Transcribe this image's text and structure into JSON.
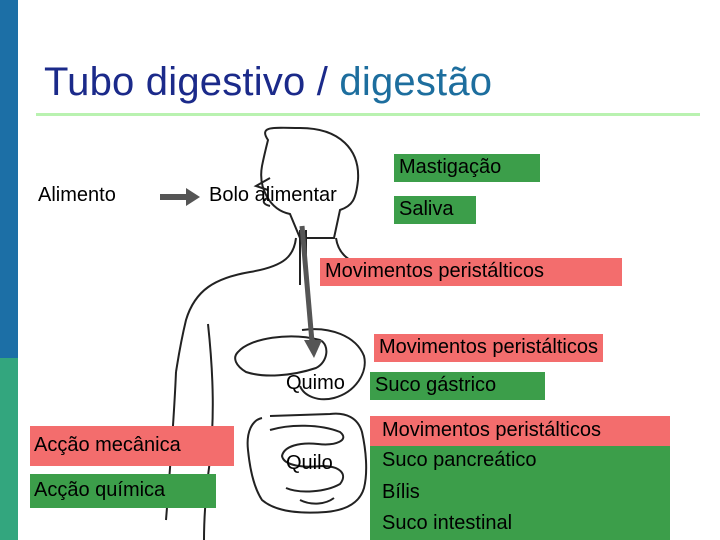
{
  "title": {
    "main": "Tubo digestivo / ",
    "accent": "digestão"
  },
  "flow": {
    "start": "Alimento",
    "bolus": "Bolo alimentar",
    "mouth_processes": [
      "Mastigação",
      "Saliva"
    ],
    "esophagus_process": "Movimentos peristálticos",
    "chyme": "Quimo",
    "stomach_processes": [
      "Movimentos peristálticos",
      "Suco gástrico"
    ],
    "chyle": "Quilo",
    "intestine_processes": [
      "Movimentos peristálticos",
      "Suco pancreático",
      "Bílis",
      "Suco intestinal"
    ]
  },
  "legend": {
    "mechanical": "Acção mecânica",
    "chemical": "Acção química"
  },
  "colors": {
    "mechanical": "#f36d6d",
    "chemical": "#3c9e4a",
    "title_main": "#1b2a8a",
    "title_accent": "#1d6e9e"
  }
}
